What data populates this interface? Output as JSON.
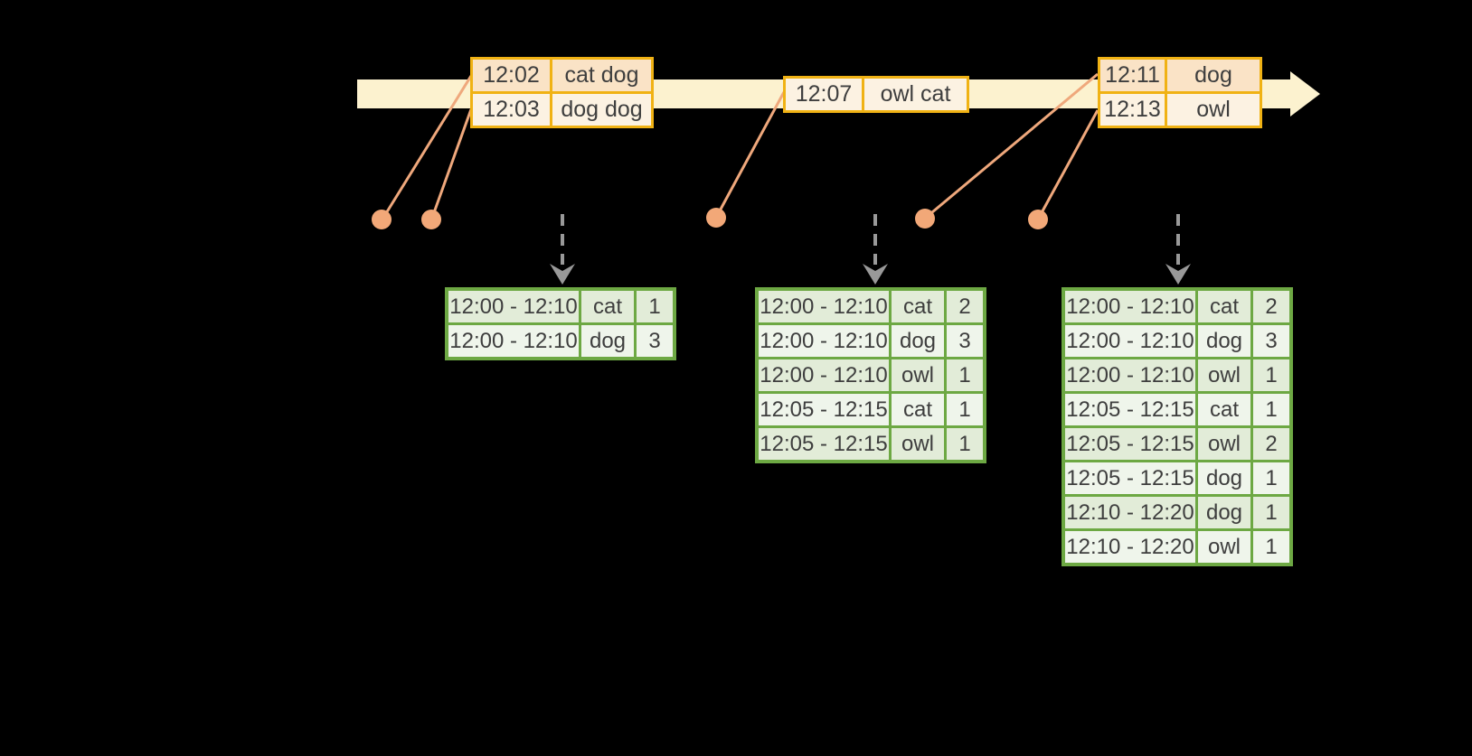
{
  "diagram": {
    "kind": "streaming-windowed-word-count",
    "colors": {
      "background": "#000000",
      "timeline_band": "#fcf2cf",
      "event_table_border": "#f0b214",
      "event_row_dark": "#fae3c6",
      "event_row_light": "#fcf2e2",
      "connector_salmon": "#efa87c",
      "event_dot": "#f2a878",
      "trigger_arrow_gray": "#999999",
      "result_table_border": "#6da843",
      "result_row_dark": "#e2ecd8",
      "result_row_light": "#eff5eb",
      "text": "#3e3e3e"
    },
    "icons": {
      "timeline": "timeline-arrow",
      "trigger": "dashed-down-arrow-icon",
      "event_marker": "event-dot"
    }
  },
  "event_tables": [
    {
      "rows": [
        {
          "time": "12:02",
          "words": "cat dog"
        },
        {
          "time": "12:03",
          "words": "dog dog"
        }
      ]
    },
    {
      "rows": [
        {
          "time": "12:07",
          "words": "owl cat"
        }
      ]
    },
    {
      "rows": [
        {
          "time": "12:11",
          "words": "dog"
        },
        {
          "time": "12:13",
          "words": "owl"
        }
      ]
    }
  ],
  "result_tables": [
    {
      "rows": [
        [
          "12:00 - 12:10",
          "cat",
          "1"
        ],
        [
          "12:00 - 12:10",
          "dog",
          "3"
        ]
      ]
    },
    {
      "rows": [
        [
          "12:00 - 12:10",
          "cat",
          "2"
        ],
        [
          "12:00 - 12:10",
          "dog",
          "3"
        ],
        [
          "12:00 - 12:10",
          "owl",
          "1"
        ],
        [
          "12:05 - 12:15",
          "cat",
          "1"
        ],
        [
          "12:05 - 12:15",
          "owl",
          "1"
        ]
      ]
    },
    {
      "rows": [
        [
          "12:00 - 12:10",
          "cat",
          "2"
        ],
        [
          "12:00 - 12:10",
          "dog",
          "3"
        ],
        [
          "12:00 - 12:10",
          "owl",
          "1"
        ],
        [
          "12:05 - 12:15",
          "cat",
          "1"
        ],
        [
          "12:05 - 12:15",
          "owl",
          "2"
        ],
        [
          "12:05 - 12:15",
          "dog",
          "1"
        ],
        [
          "12:10 - 12:20",
          "dog",
          "1"
        ],
        [
          "12:10 - 12:20",
          "owl",
          "1"
        ]
      ]
    }
  ]
}
